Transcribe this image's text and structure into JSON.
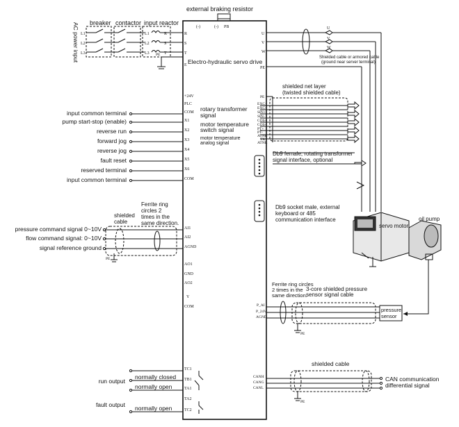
{
  "top": {
    "braking_resistor": "external braking resistor",
    "ac_power_input": "AC power input",
    "breaker": "breaker",
    "contactor": "contactor",
    "input_reactor": "input reactor",
    "drive_title": "Electro-hydraulic servo drive"
  },
  "power_terminals": {
    "l1": "L1",
    "l2": "L2",
    "l3": "L3",
    "r": "R",
    "s": "S",
    "t": "T",
    "e": "E",
    "pe": "PE",
    "minus": "(-)",
    "pb": "PB",
    "u": "U",
    "v": "V",
    "w": "W",
    "pe_out": "PE"
  },
  "motor_side": {
    "u": "U",
    "v": "V",
    "w": "W",
    "cable_note_1": "Shielded cable or armored cable",
    "cable_note_2": "(ground near server terminal)",
    "servo_motor": "servo motor",
    "oil_pump": "oil pump"
  },
  "encoder": {
    "shield_1": "shielded net layer",
    "shield_2": "(twisted shielded cable)",
    "pe": "PE",
    "exc_p": "EXC+",
    "exc_m": "EXC-",
    "sin_p": "SIN+",
    "sin_m": "SIN-",
    "cos_p": "COS+",
    "cos_m": "COS-",
    "pt_p": "PT+",
    "pt_m": "PT-",
    "atnr": "ATNR",
    "tk": "TK",
    "atnr2": "ATNR",
    "rot_1": "rotary transformer",
    "rot_2": "signal",
    "temp_sw_1": "motor temperature",
    "temp_sw_2": "switch signal",
    "temp_an_1": "motor temperature",
    "temp_an_2": "analog signal",
    "db9f_1": "Db9 female, rotating transformer",
    "db9f_2": "signal interface, optional",
    "db9m_1": "Db9 socket male, external",
    "db9m_2": "keyboard or 485",
    "db9m_3": "communication interface"
  },
  "control": {
    "t24v": "+24V",
    "plc": "PLC",
    "com": "COM",
    "x1": "X1",
    "x2": "X2",
    "x3": "X3",
    "x4": "X4",
    "x5": "X5",
    "x6": "X6",
    "com2": "COM",
    "l_com": "input common terminal",
    "l_x1": "pump start-stop (enable)",
    "l_x2": "reverse run",
    "l_x3": "forward jog",
    "l_x4": "reverse jog",
    "l_x5": "fault reset",
    "l_x6": "reserved terminal",
    "l_com2": "input common terminal"
  },
  "analog": {
    "ferrite_1": "Ferrite ring",
    "ferrite_2": "circles 2",
    "ferrite_3": "times in the",
    "ferrite_4": "same direction.",
    "shield_1": "shielded",
    "shield_2": "cable",
    "ai1": "AI1",
    "ai2": "AI2",
    "agnd": "AGND",
    "l_pressure": "pressure command signal 0~10V",
    "l_flow": "flow command signal: 0~10V",
    "l_ref": "signal reference ground",
    "pe": "PE",
    "ao1": "AO1",
    "gnd": "GND",
    "ao2": "AO2",
    "y": "Y",
    "com": "COM"
  },
  "pressure": {
    "ferrite_1": "Ferrite ring circles",
    "ferrite_2": "2 times in the",
    "ferrite_3": "same direction.",
    "cable_1": "3-core shielded pressure",
    "cable_2": "sensor signal cable",
    "p_ai": "P_AI",
    "p_24v": "P_24V",
    "agnd": "AGND",
    "sensor_1": "pressure",
    "sensor_2": "sensor",
    "pe": "PE"
  },
  "relays": {
    "tc1": "TC1",
    "tb1": "TB1",
    "ta1": "TA1",
    "ta2": "TA2",
    "tc2": "TC2",
    "nc": "normally closed",
    "no1": "normally open",
    "no2": "normally open",
    "run_output": "run output",
    "fault_output": "fault output"
  },
  "can": {
    "shielded_cable": "shielded cable",
    "canh": "CANH",
    "cang": "CANG",
    "canl": "CANL",
    "comm_1": "CAN communication",
    "comm_2": "differential signal",
    "pe": "PE"
  }
}
